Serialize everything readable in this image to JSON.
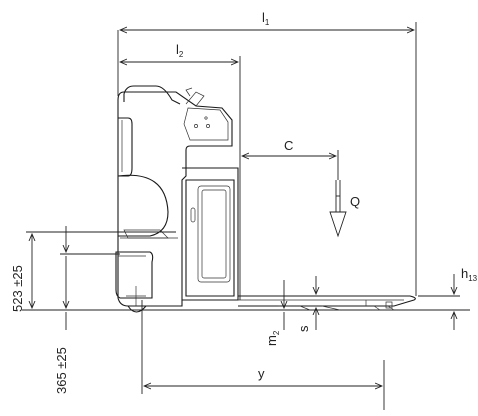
{
  "labels": {
    "l1": {
      "main": "l",
      "sub": "1"
    },
    "l2": {
      "main": "l",
      "sub": "2"
    },
    "c": "C",
    "q": "Q",
    "h13": {
      "main": "h",
      "sub": "13"
    },
    "s": "s",
    "m2": {
      "main": "m",
      "sub": "2"
    },
    "y": "y",
    "height_523": "523 ±25",
    "height_365": "365 ±25"
  }
}
